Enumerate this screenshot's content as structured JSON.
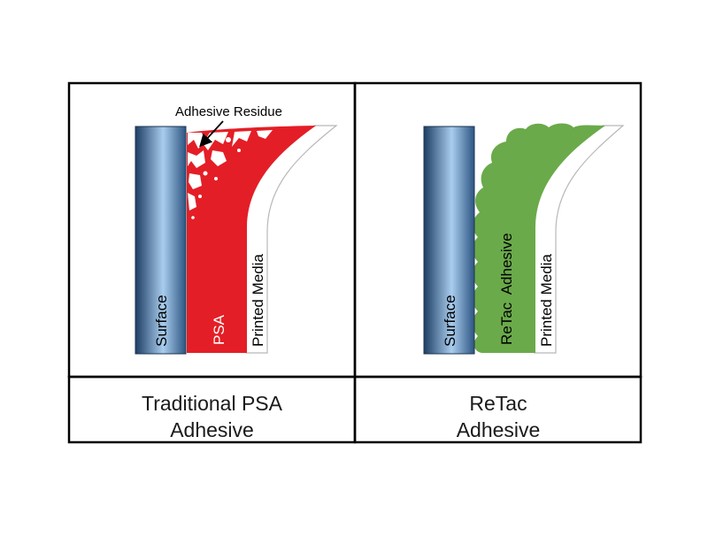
{
  "panels": [
    {
      "layers": {
        "surface": "Surface",
        "adhesive": "PSA",
        "media": "Printed Media"
      },
      "callout": "Adhesive Residue",
      "caption_lines": [
        "Traditional PSA",
        "Adhesive"
      ]
    },
    {
      "layers": {
        "surface": "Surface",
        "adhesive": "ReTac  Adhesive",
        "media": "Printed Media"
      },
      "caption_lines": [
        "ReTac",
        "Adhesive"
      ]
    }
  ],
  "colors": {
    "psa_adhesive": "#e41e26",
    "retac_adhesive": "#6aaa4a",
    "surface_light": "#a9cdee",
    "surface_dark": "#1d3d63",
    "border": "#000000"
  }
}
